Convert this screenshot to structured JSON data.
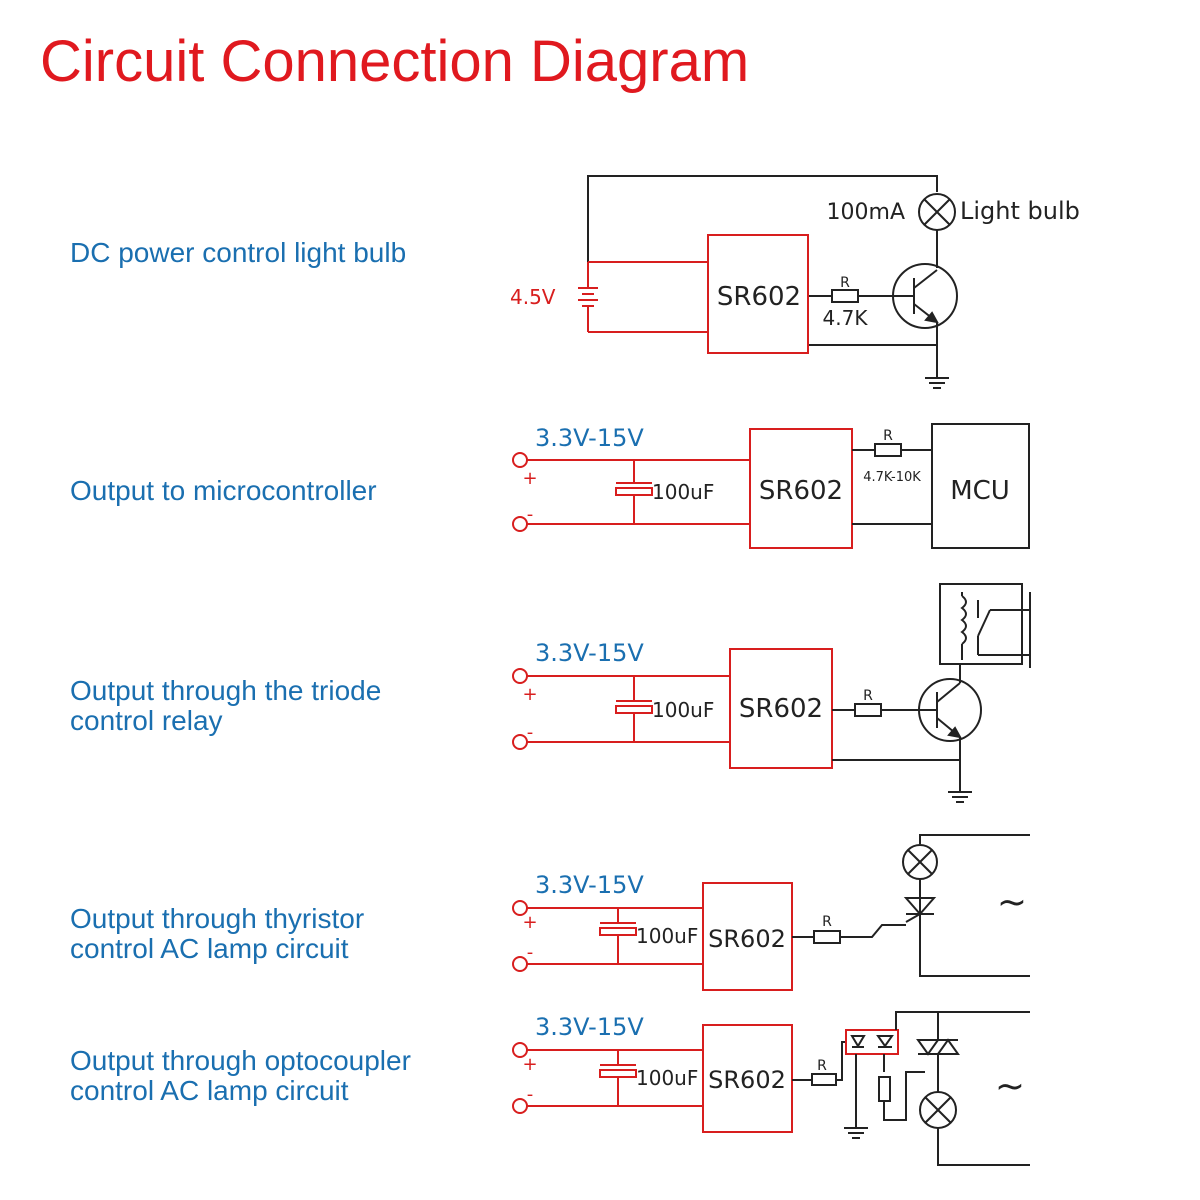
{
  "title": "Circuit Connection Diagram",
  "colors": {
    "title": "#e0191f",
    "label": "#1a6fb0",
    "red_wire": "#d81e1e",
    "black_wire": "#222222"
  },
  "circuits": [
    {
      "label_lines": [
        "DC power control light bulb"
      ],
      "supply": "4.5V",
      "module": "SR602",
      "resistor_label": "R",
      "resistor_value": "4.7K",
      "current": "100mA",
      "load": "Light bulb"
    },
    {
      "label_lines": [
        "Output to microcontroller"
      ],
      "supply": "3.3V-15V",
      "capacitor": "100uF",
      "module": "SR602",
      "resistor_label": "R",
      "resistor_value": "4.7K-10K",
      "load": "MCU",
      "plus": "+",
      "minus": "-"
    },
    {
      "label_lines": [
        "Output through the triode",
        "control relay"
      ],
      "supply": "3.3V-15V",
      "capacitor": "100uF",
      "module": "SR602",
      "resistor_label": "R",
      "plus": "+",
      "minus": "-"
    },
    {
      "label_lines": [
        "Output through thyristor",
        "control AC lamp circuit"
      ],
      "supply": "3.3V-15V",
      "capacitor": "100uF",
      "module": "SR602",
      "resistor_label": "R",
      "ac_symbol": "~",
      "plus": "+",
      "minus": "-"
    },
    {
      "label_lines": [
        "Output through optocoupler",
        "control AC lamp circuit"
      ],
      "supply": "3.3V-15V",
      "capacitor": "100uF",
      "module": "SR602",
      "resistor_label": "R",
      "ac_symbol": "~",
      "plus": "+",
      "minus": "-"
    }
  ]
}
